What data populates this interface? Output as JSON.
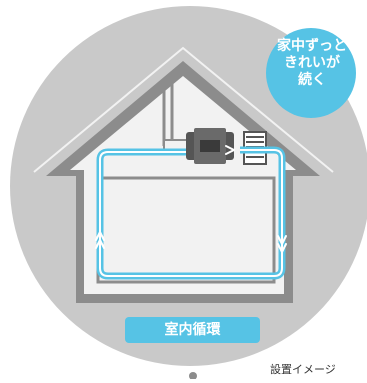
{
  "badge": {
    "lines": [
      "家中ずっと",
      "きれいが",
      "続く"
    ],
    "color": "#56C3E5"
  },
  "room_label": {
    "text": "室内循環",
    "color": "#56C3E5"
  },
  "caption": "設置イメージ",
  "colors": {
    "background_circle": "#C9C9C9",
    "house_outline": "#8C8C8C",
    "house_interior": "#F2F2F2",
    "airflow": "#56C3E5",
    "device": "#555555"
  },
  "icons": [
    "ventilation-unit-icon",
    "filter-grille-icon",
    "airflow-arrow-icon"
  ]
}
